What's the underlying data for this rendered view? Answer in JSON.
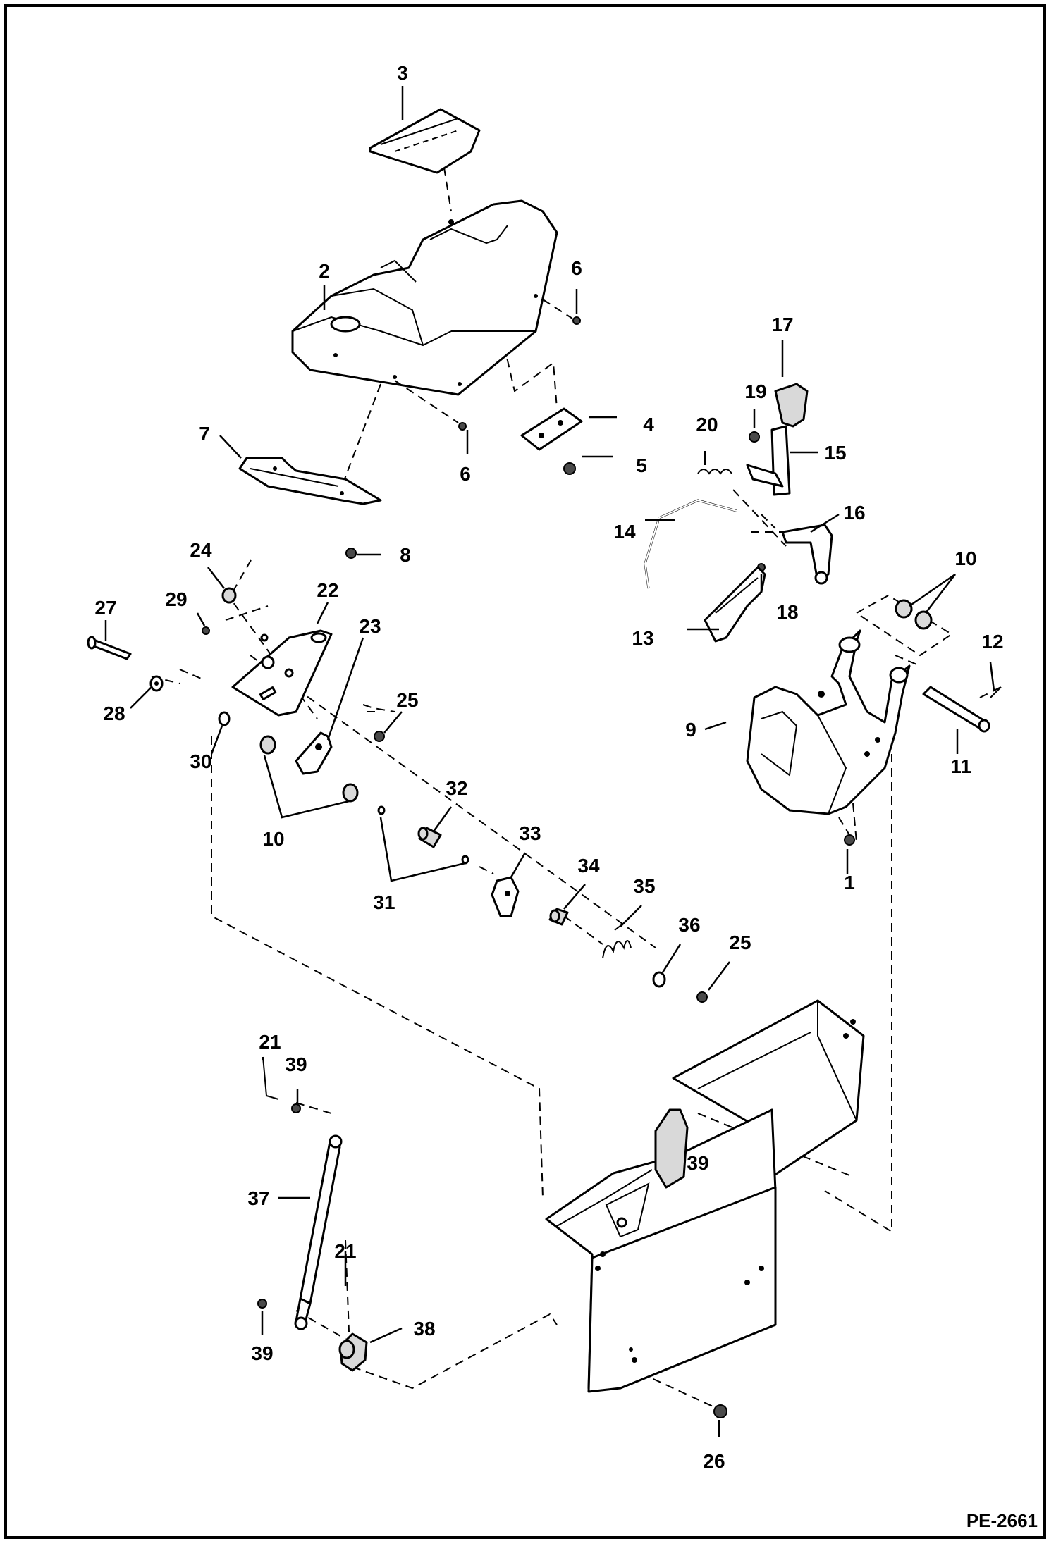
{
  "doc_id": "PE-2661",
  "callouts": {
    "c1": "1",
    "c2": "2",
    "c3": "3",
    "c4": "4",
    "c5": "5",
    "c6": "6",
    "c7": "7",
    "c8": "8",
    "c9": "9",
    "c10": "10",
    "c11": "11",
    "c12": "12",
    "c13": "13",
    "c14": "14",
    "c15": "15",
    "c16": "16",
    "c17": "17",
    "c18": "18",
    "c19": "19",
    "c20": "20",
    "c21": "21",
    "c22": "22",
    "c23": "23",
    "c24": "24",
    "c25": "25",
    "c26": "26",
    "c27": "27",
    "c28": "28",
    "c29": "29",
    "c30": "30",
    "c31": "31",
    "c32": "32",
    "c33": "33",
    "c34": "34",
    "c35": "35",
    "c36": "36",
    "c37": "37",
    "c38": "38",
    "c39": "39"
  }
}
